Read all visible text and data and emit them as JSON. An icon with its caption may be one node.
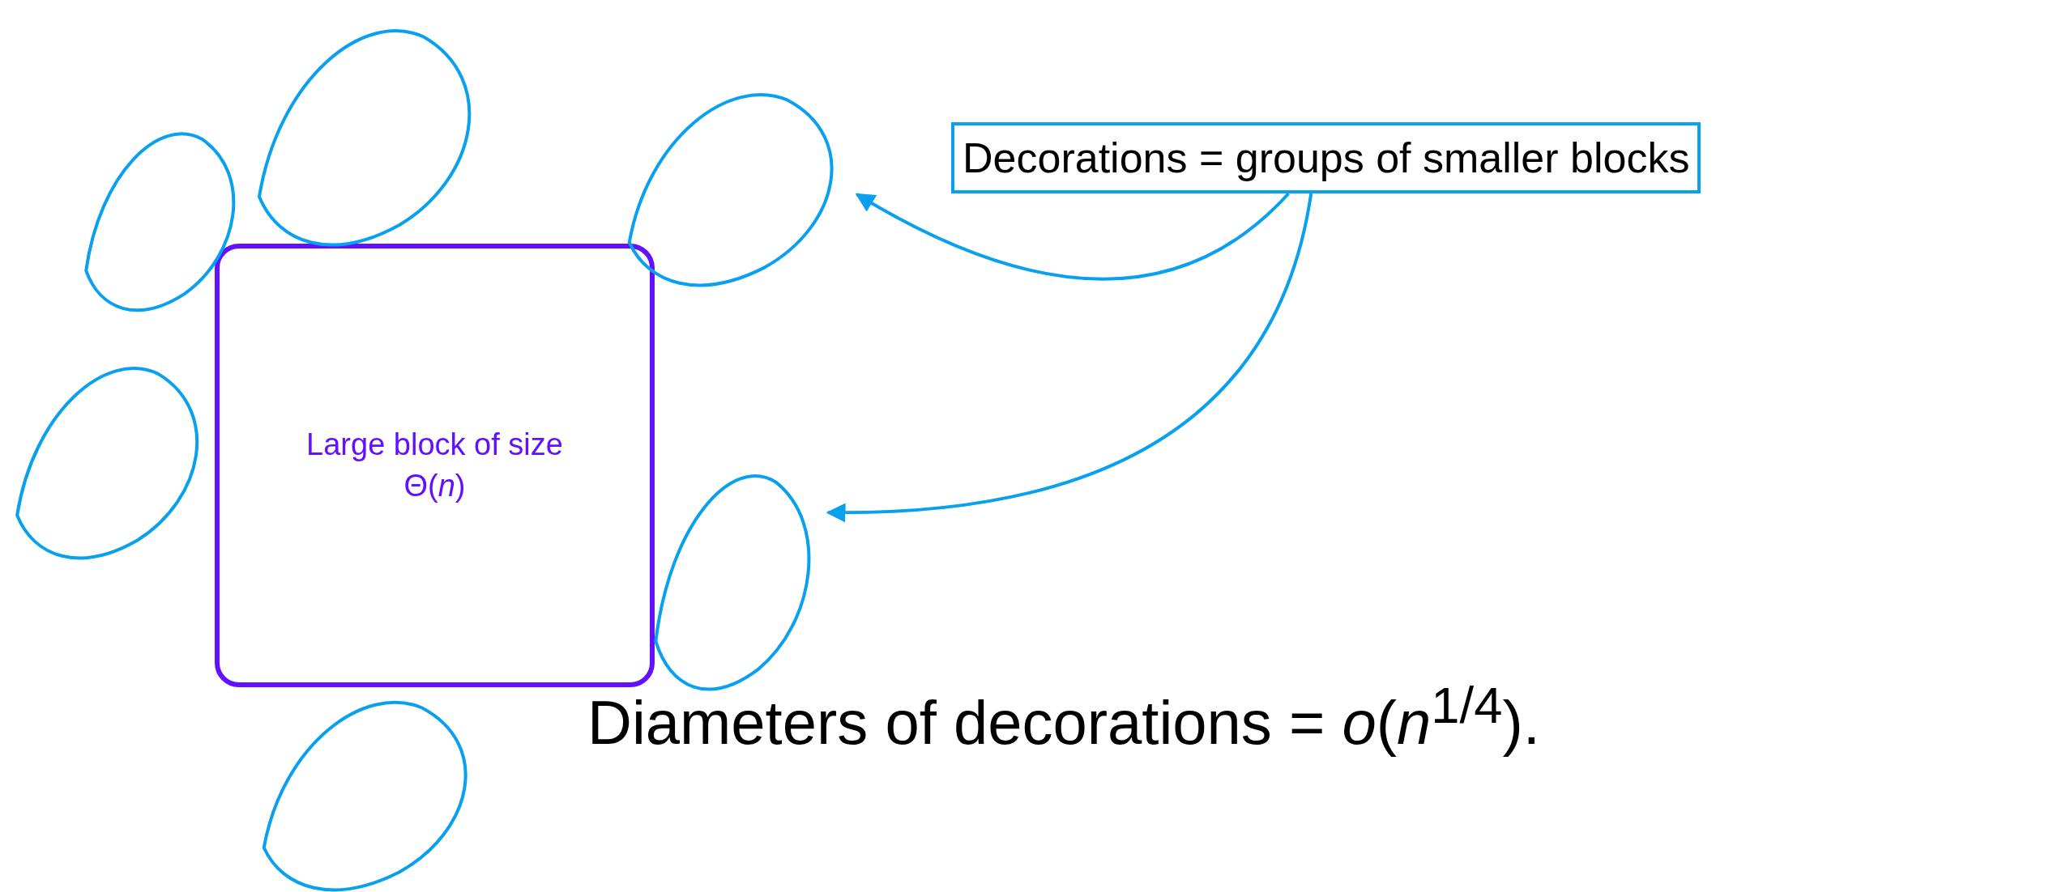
{
  "diagram": {
    "nodes": [
      {
        "text": [
          "Large block of size Θ(*n*)"
        ]
      },
      {
        "text": [],
        "shape": "loop"
      },
      {
        "text": [],
        "shape": "loop"
      },
      {
        "text": [],
        "shape": "loop"
      },
      {
        "text": [],
        "shape": "loop"
      },
      {
        "text": [],
        "shape": "loop"
      },
      {
        "text": [],
        "shape": "loop"
      },
      {
        "text": [
          "Decorations = groups of smaller blocks"
        ]
      }
    ],
    "edges": [
      {
        "from": 7,
        "to": 2,
        "arrow": "to"
      },
      {
        "from": 7,
        "to": 5,
        "arrow": "to"
      }
    ],
    "labels": [
      "Diameters of decorations = *o*(*n*$^{1/4}$)."
    ]
  }
}
